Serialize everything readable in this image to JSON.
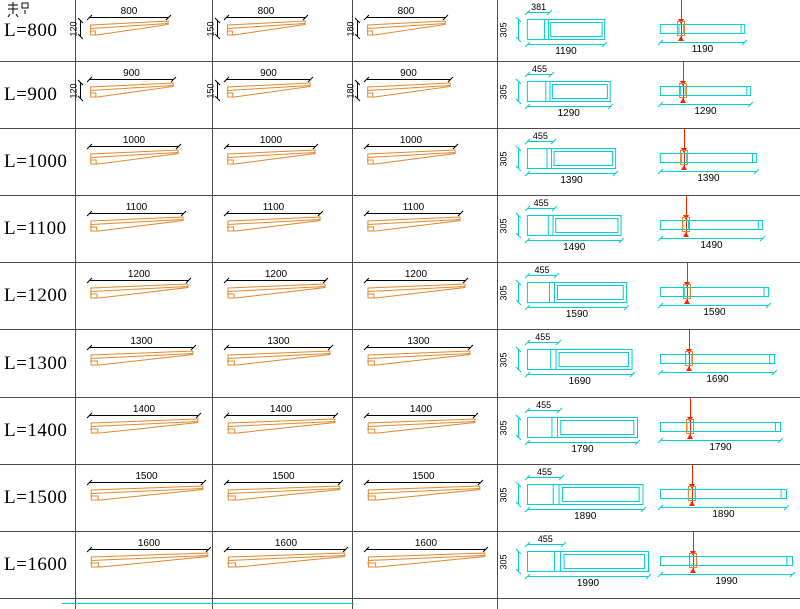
{
  "colors": {
    "orange": "#e2882f",
    "cyan": "#00cfcf",
    "red": "#ff2000",
    "grid": "#4a4a4a",
    "text": "#000000"
  },
  "rows": [
    {
      "label": "L=800",
      "views": [
        {
          "length": "800",
          "height": "120"
        },
        {
          "length": "800",
          "height": "150"
        },
        {
          "length": "800",
          "height": "180"
        }
      ],
      "plan": {
        "offset": "381",
        "depth": "305",
        "total": "1190"
      },
      "section": {
        "total": "1190"
      }
    },
    {
      "label": "L=900",
      "views": [
        {
          "length": "900",
          "height": "120"
        },
        {
          "length": "900",
          "height": "150"
        },
        {
          "length": "900",
          "height": "180"
        }
      ],
      "plan": {
        "offset": "455",
        "depth": "305",
        "total": "1290"
      },
      "section": {
        "total": "1290"
      }
    },
    {
      "label": "L=1000",
      "views": [
        {
          "length": "1000"
        },
        {
          "length": "1000"
        },
        {
          "length": "1000"
        }
      ],
      "plan": {
        "offset": "455",
        "depth": "305",
        "total": "1390"
      },
      "section": {
        "total": "1390"
      }
    },
    {
      "label": "L=1100",
      "views": [
        {
          "length": "1100"
        },
        {
          "length": "1100"
        },
        {
          "length": "1100"
        }
      ],
      "plan": {
        "offset": "455",
        "depth": "305",
        "total": "1490"
      },
      "section": {
        "total": "1490"
      }
    },
    {
      "label": "L=1200",
      "views": [
        {
          "length": "1200"
        },
        {
          "length": "1200"
        },
        {
          "length": "1200"
        }
      ],
      "plan": {
        "offset": "455",
        "depth": "305",
        "total": "1590"
      },
      "section": {
        "total": "1590"
      }
    },
    {
      "label": "L=1300",
      "views": [
        {
          "length": "1300"
        },
        {
          "length": "1300"
        },
        {
          "length": "1300"
        }
      ],
      "plan": {
        "offset": "455",
        "depth": "305",
        "total": "1690"
      },
      "section": {
        "total": "1690"
      }
    },
    {
      "label": "L=1400",
      "views": [
        {
          "length": "1400"
        },
        {
          "length": "1400"
        },
        {
          "length": "1400"
        }
      ],
      "plan": {
        "offset": "455",
        "depth": "305",
        "total": "1790"
      },
      "section": {
        "total": "1790"
      }
    },
    {
      "label": "L=1500",
      "views": [
        {
          "length": "1500"
        },
        {
          "length": "1500"
        },
        {
          "length": "1500"
        }
      ],
      "plan": {
        "offset": "455",
        "depth": "305",
        "total": "1890"
      },
      "section": {
        "total": "1890"
      }
    },
    {
      "label": "L=1600",
      "views": [
        {
          "length": "1600"
        },
        {
          "length": "1600"
        },
        {
          "length": "1600"
        }
      ],
      "plan": {
        "offset": "455",
        "depth": "305",
        "total": "1990"
      },
      "section": {
        "total": "1990"
      }
    }
  ]
}
